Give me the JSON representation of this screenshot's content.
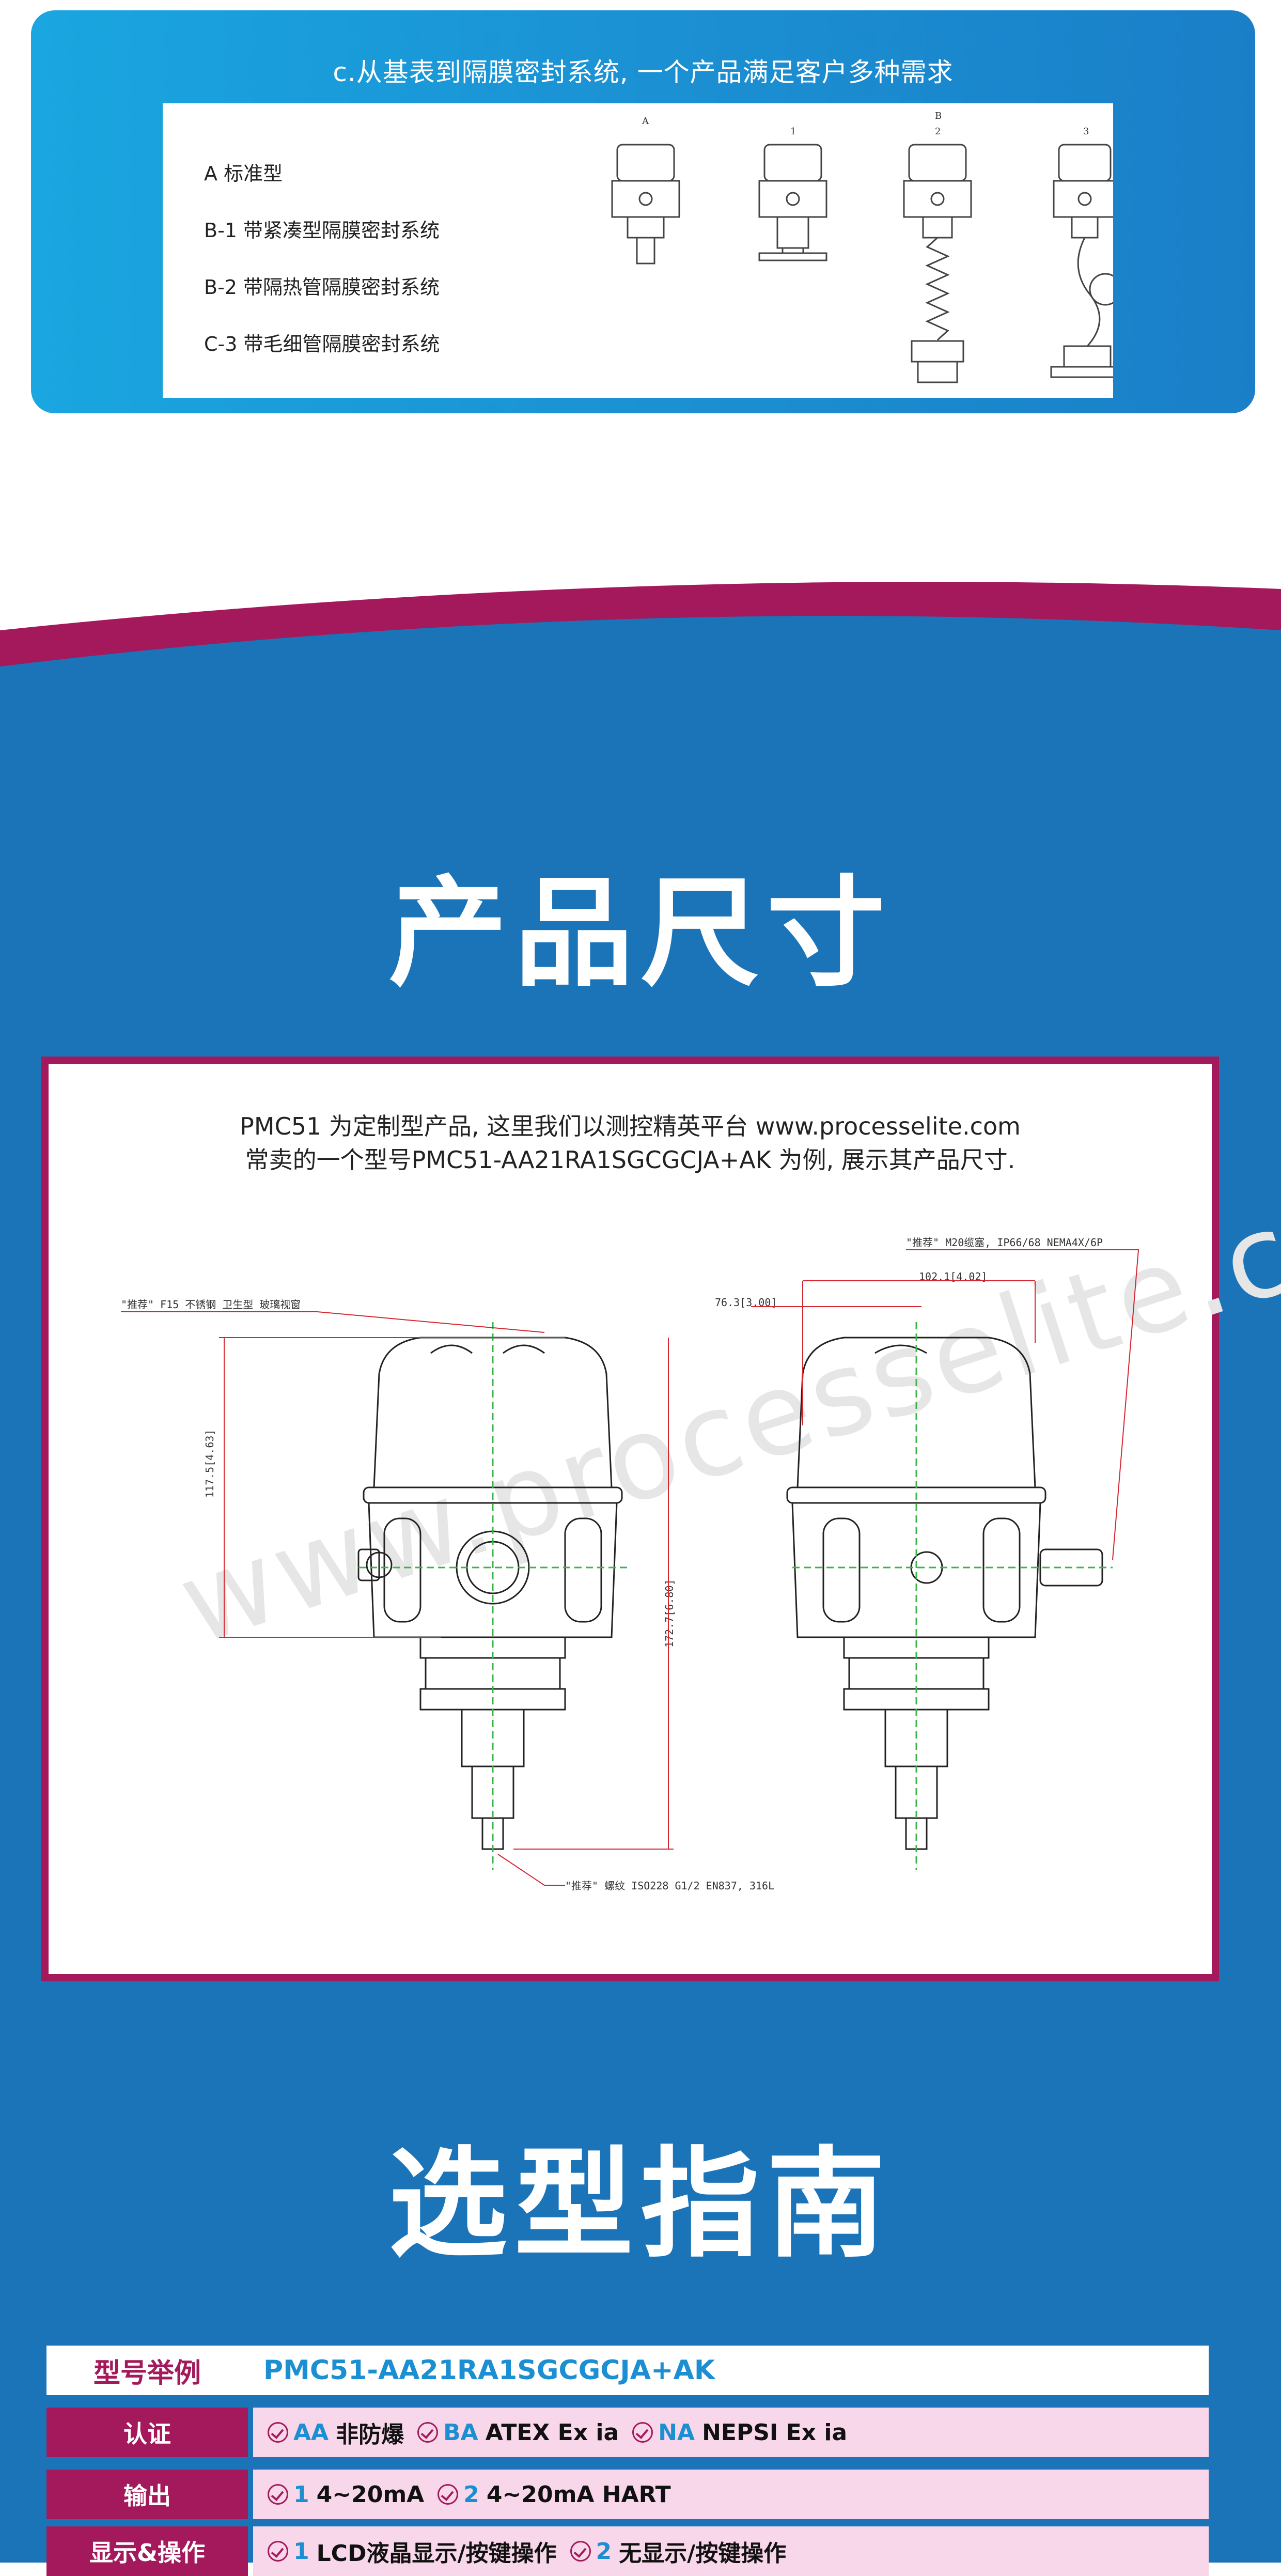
{
  "top_panel": {
    "caption": "c.从基表到隔膜密封系统, 一个产品满足客户多种需求",
    "options": [
      "A 标准型",
      "B-1 带紧凑型隔膜密封系统",
      "B-2 带隔热管隔膜密封系统",
      "C-3 带毛细管隔膜密封系统"
    ],
    "device_labels": [
      "A",
      "1",
      "B",
      "2",
      "3"
    ]
  },
  "sections": {
    "size_title": "产品尺寸",
    "guide_title": "选型指南"
  },
  "dimension": {
    "intro_line1": "PMC51 为定制型产品, 这里我们以测控精英平台 www.processelite.com",
    "intro_line2": "常卖的一个型号PMC51-AA21RA1SGCGCJA+AK 为例, 展示其产品尺寸.",
    "watermark": "www.processelite.com",
    "annotations": {
      "window": "\"推荐\" F15 不锈钢 卫生型 玻璃视窗",
      "gland": "\"推荐\" M20缆塞, IP66/68 NEMA4X/6P",
      "thread": "\"推荐\" 螺纹 ISO228 G1/2 EN837, 316L",
      "dim_102": "102.1[4.02]",
      "dim_76": "76.3[3.00]",
      "dim_117": "117.5[4.63]",
      "dim_172": "172.7[6.80]"
    }
  },
  "selection": {
    "example": {
      "label": "型号举例",
      "value": "PMC51-AA21RA1SGCGCJA+AK"
    },
    "rows": [
      {
        "label": "认证",
        "options": [
          {
            "code": "AA",
            "desc": "非防爆"
          },
          {
            "code": "BA",
            "desc": "ATEX Ex ia"
          },
          {
            "code": "NA",
            "desc": "NEPSI Ex ia"
          }
        ]
      },
      {
        "label": "输出",
        "options": [
          {
            "code": "1",
            "desc": "4~20mA"
          },
          {
            "code": "2",
            "desc": "4~20mA HART"
          }
        ]
      },
      {
        "label": "显示&操作",
        "options": [
          {
            "code": "1",
            "desc": "LCD液晶显示/按键操作"
          },
          {
            "code": "2",
            "desc": "无显示/按键操作"
          }
        ]
      }
    ]
  },
  "colors": {
    "blue": "#1b8fd2",
    "deep_blue": "#1b74b8",
    "magenta": "#a3195b",
    "pink_row": "#f9d7ea"
  }
}
